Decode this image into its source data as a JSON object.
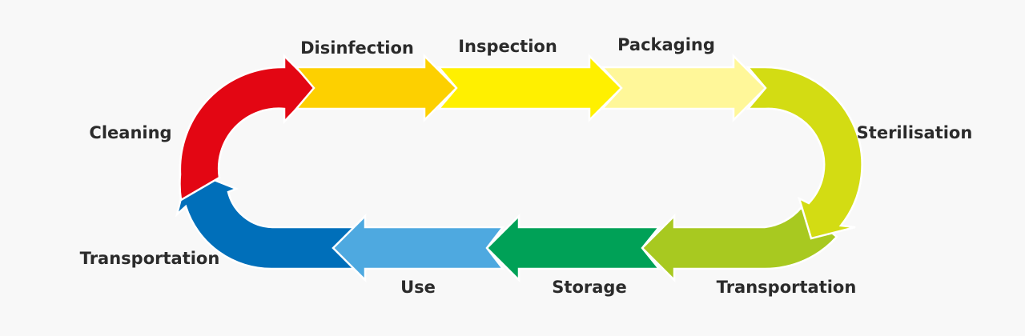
{
  "title": "Instrument reprocessing cycle",
  "stages": [
    {
      "id": "cleaning",
      "label": "Cleaning",
      "color": "#e30613"
    },
    {
      "id": "disinfection",
      "label": "Disinfection",
      "color": "#fdd000"
    },
    {
      "id": "inspection",
      "label": "Inspection",
      "color": "#fff000"
    },
    {
      "id": "packaging",
      "label": "Packaging",
      "color": "#fff799"
    },
    {
      "id": "sterilisation",
      "label": "Sterilisation",
      "color": "#d3dc13"
    },
    {
      "id": "transportation-1",
      "label": "Transportation",
      "color": "#a8c920"
    },
    {
      "id": "storage",
      "label": "Storage",
      "color": "#00a157"
    },
    {
      "id": "use",
      "label": "Use",
      "color": "#4ea9e0"
    },
    {
      "id": "transportation-2",
      "label": "Transportation",
      "color": "#006fba"
    }
  ],
  "background": "#f8f8f8"
}
